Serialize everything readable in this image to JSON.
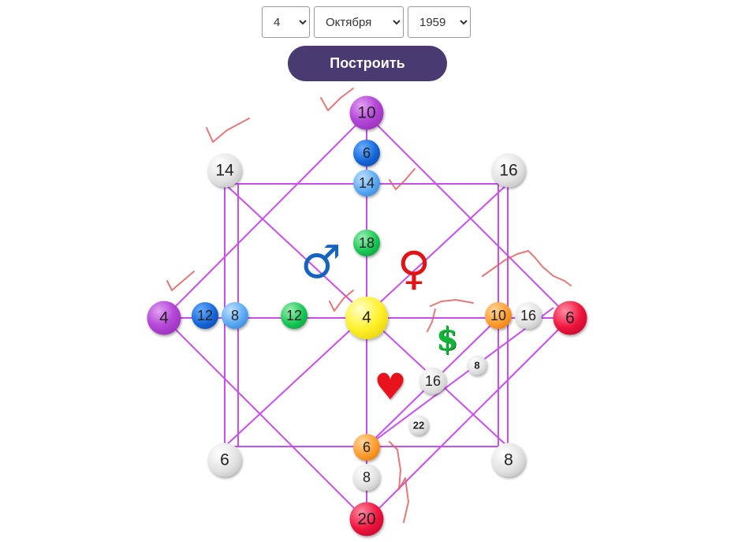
{
  "form": {
    "day": {
      "selected": "4",
      "options": [
        "4"
      ]
    },
    "month": {
      "selected": "Октября",
      "options": [
        "Октября"
      ]
    },
    "year": {
      "selected": "1959",
      "options": [
        "1959"
      ]
    },
    "build_label": "Построить"
  },
  "matrix": {
    "top": "10",
    "right": "6",
    "bottom": "20",
    "left": "4",
    "top_left": "14",
    "top_right": "16",
    "bottom_left": "6",
    "bottom_right": "8",
    "center": "4",
    "top_inner_1": "6",
    "top_inner_2": "14",
    "left_inner_1": "12",
    "left_inner_2": "8",
    "bottom_inner_1": "6",
    "bottom_inner_2": "8",
    "right_inner_1": "10",
    "right_inner_2": "16",
    "spine_upper": "18",
    "spine_left": "12",
    "love_line_1": "16",
    "love_line_2": "8",
    "love_line_3": "22"
  },
  "symbols": {
    "male": "♂",
    "female": "♀",
    "money": "$",
    "heart": "♥"
  },
  "colors": {
    "button": "#4a3a72",
    "lines": "#c84ef0",
    "marks": "#e06060"
  },
  "icons": [
    "chevron-down-icon",
    "male-icon",
    "female-icon",
    "dollar-icon",
    "heart-icon"
  ]
}
